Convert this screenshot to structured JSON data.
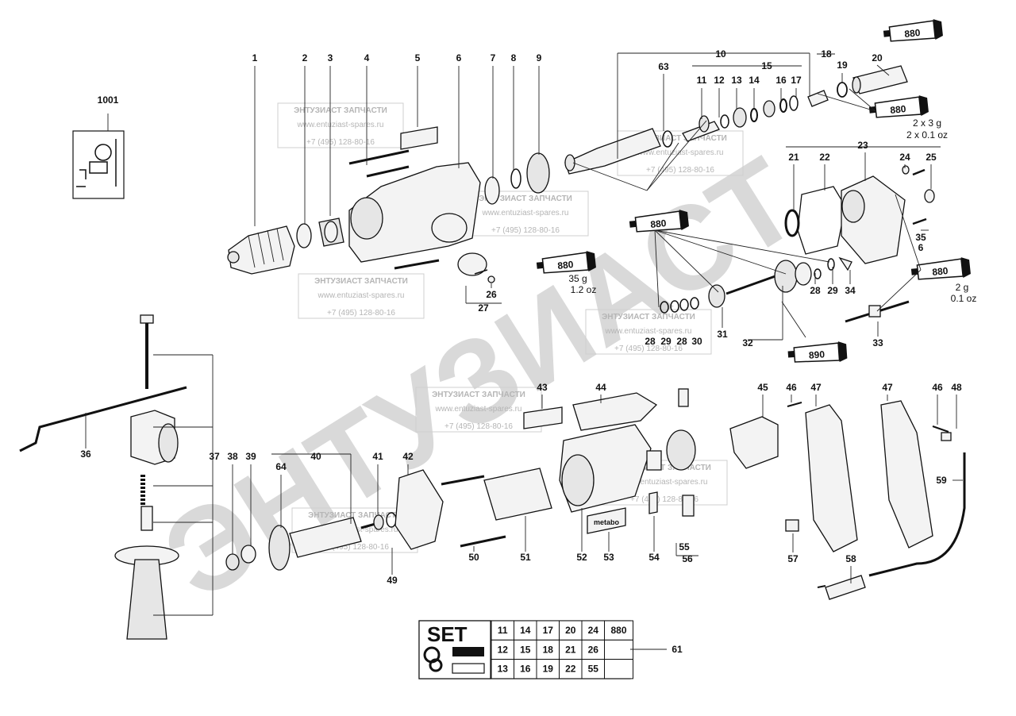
{
  "watermark": {
    "big_text": "ЭНТУЗИАСТ",
    "box": {
      "title": "ЭНТУЗИАСТ ЗАПЧАСТИ",
      "url": "www.entuziast-spares.ru",
      "phone": "+7 (495) 128-80-16"
    }
  },
  "part_numbers": {
    "p1": "1",
    "p2": "2",
    "p3": "3",
    "p4": "4",
    "p5": "5",
    "p6": "6",
    "p7": "7",
    "p8": "8",
    "p9": "9",
    "p10": "10",
    "p11": "11",
    "p12": "12",
    "p13": "13",
    "p14": "14",
    "p15": "15",
    "p16": "16",
    "p17": "17",
    "p18": "18",
    "p19": "19",
    "p20": "20",
    "p21": "21",
    "p22": "22",
    "p23": "23",
    "p24": "24",
    "p25": "25",
    "p26": "26",
    "p27": "27",
    "p28": "28",
    "p29": "29",
    "p30": "30",
    "p31": "31",
    "p32": "32",
    "p33": "33",
    "p34": "34",
    "p35": "35",
    "p36": "36",
    "p37": "37",
    "p38": "38",
    "p39": "39",
    "p40": "40",
    "p41": "41",
    "p42": "42",
    "p43": "43",
    "p44": "44",
    "p45": "45",
    "p46": "46",
    "p47": "47",
    "p48": "48",
    "p49": "49",
    "p50": "50",
    "p51": "51",
    "p52": "52",
    "p53": "53",
    "p54": "54",
    "p55": "55",
    "p56": "56",
    "p57": "57",
    "p58": "58",
    "p59": "59",
    "p61": "61",
    "p63": "63",
    "p64": "64",
    "p1001": "1001"
  },
  "grease_tubes": [
    {
      "id": "tube-top-right",
      "label": "880"
    },
    {
      "id": "tube-right-mid",
      "label": "880"
    },
    {
      "id": "tube-center",
      "label": "880"
    },
    {
      "id": "tube-left-center",
      "label": "880"
    },
    {
      "id": "tube-right-lower",
      "label": "880"
    },
    {
      "id": "tube-bottom",
      "label": "890"
    }
  ],
  "grease_notes": {
    "top_right_a": "2 x 3 g",
    "top_right_b": "2 x 0.1 oz",
    "left_center_a": "35 g",
    "left_center_b": "1.2 oz",
    "right_lower_a": "2 g",
    "right_lower_b": "0.1 oz"
  },
  "brand_label": "metabo",
  "set_table": {
    "title": "SET",
    "rows": [
      [
        "11",
        "14",
        "17",
        "20",
        "24",
        "880"
      ],
      [
        "12",
        "15",
        "18",
        "21",
        "26",
        ""
      ],
      [
        "13",
        "16",
        "19",
        "22",
        "55",
        ""
      ]
    ],
    "ref": "61"
  }
}
